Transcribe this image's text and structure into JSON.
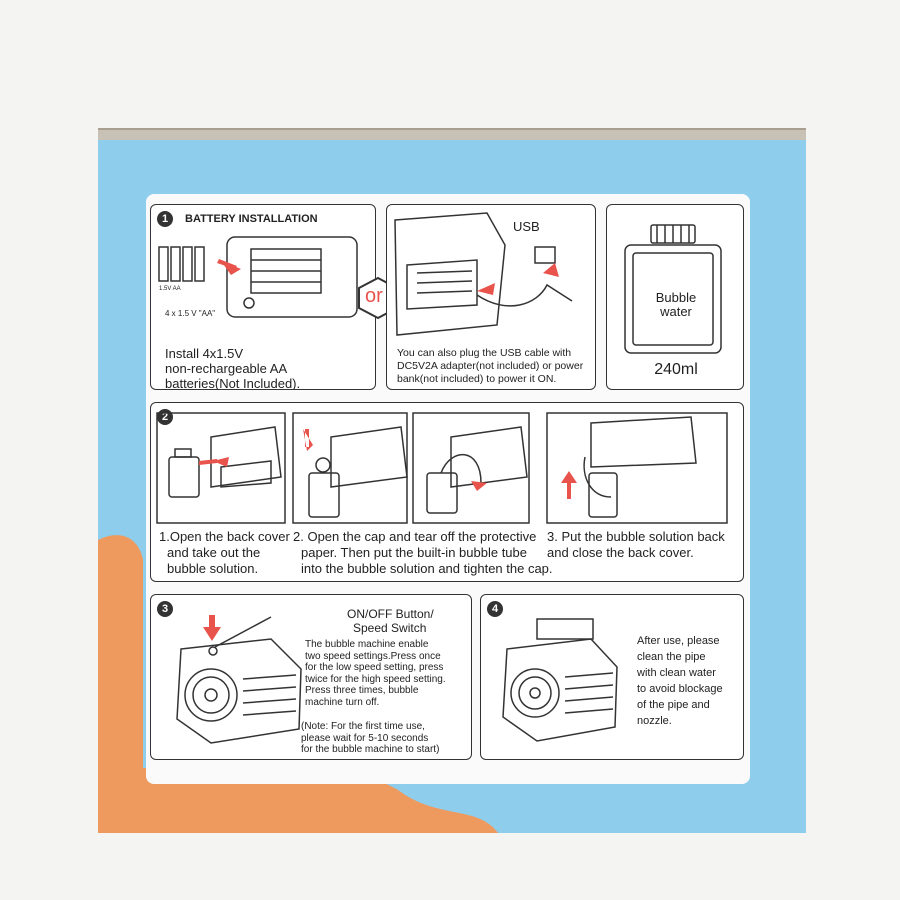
{
  "step1": {
    "number": "1",
    "title": "BATTERY INSTALLATION",
    "battery_label": "1.5V AA",
    "battery_caption": "4 x 1.5 V \"AA\"",
    "or_label": "or",
    "instruction_lines": [
      "Install 4x1.5V",
      "non-rechargeable AA",
      "batteries(Not Included)."
    ],
    "usb_label": "USB",
    "usb_note_lines": [
      "You can also plug the USB cable with",
      "DC5V2A adapter(not included) or power",
      "bank(not included) to power it ON."
    ],
    "bottle_label_lines": [
      "Bubble",
      "water"
    ],
    "bottle_volume": "240ml"
  },
  "step2": {
    "number": "2",
    "caption_a_lines": [
      "1.Open the back cover",
      "and take out the",
      "bubble solution."
    ],
    "caption_b_lines": [
      "2. Open the cap and tear off the protective",
      "paper. Then put the built-in bubble tube",
      "into the bubble solution and tighten the cap."
    ],
    "caption_c_lines": [
      "3. Put the bubble solution back",
      "and close the back cover."
    ]
  },
  "step3": {
    "number": "3",
    "heading_lines": [
      "ON/OFF Button/",
      "Speed Switch"
    ],
    "body_lines": [
      "The bubble machine enable",
      "two speed settings.Press once",
      "for the low speed setting, press",
      "twice for the high speed setting.",
      "Press three times, bubble",
      "machine turn off."
    ],
    "note_lines": [
      "(Note: For the first time use,",
      "please wait for 5-10 seconds",
      "for the bubble machine to start)"
    ]
  },
  "step4": {
    "number": "4",
    "body_lines": [
      "After use, please",
      "clean the pipe",
      "with clean water",
      "to avoid blockage",
      "of the pipe and",
      "nozzle."
    ]
  },
  "colors": {
    "box_blue": "#8ecdeb",
    "box_orange": "#ee9a5e",
    "accent_red": "#e8544c",
    "ink": "#333333"
  }
}
